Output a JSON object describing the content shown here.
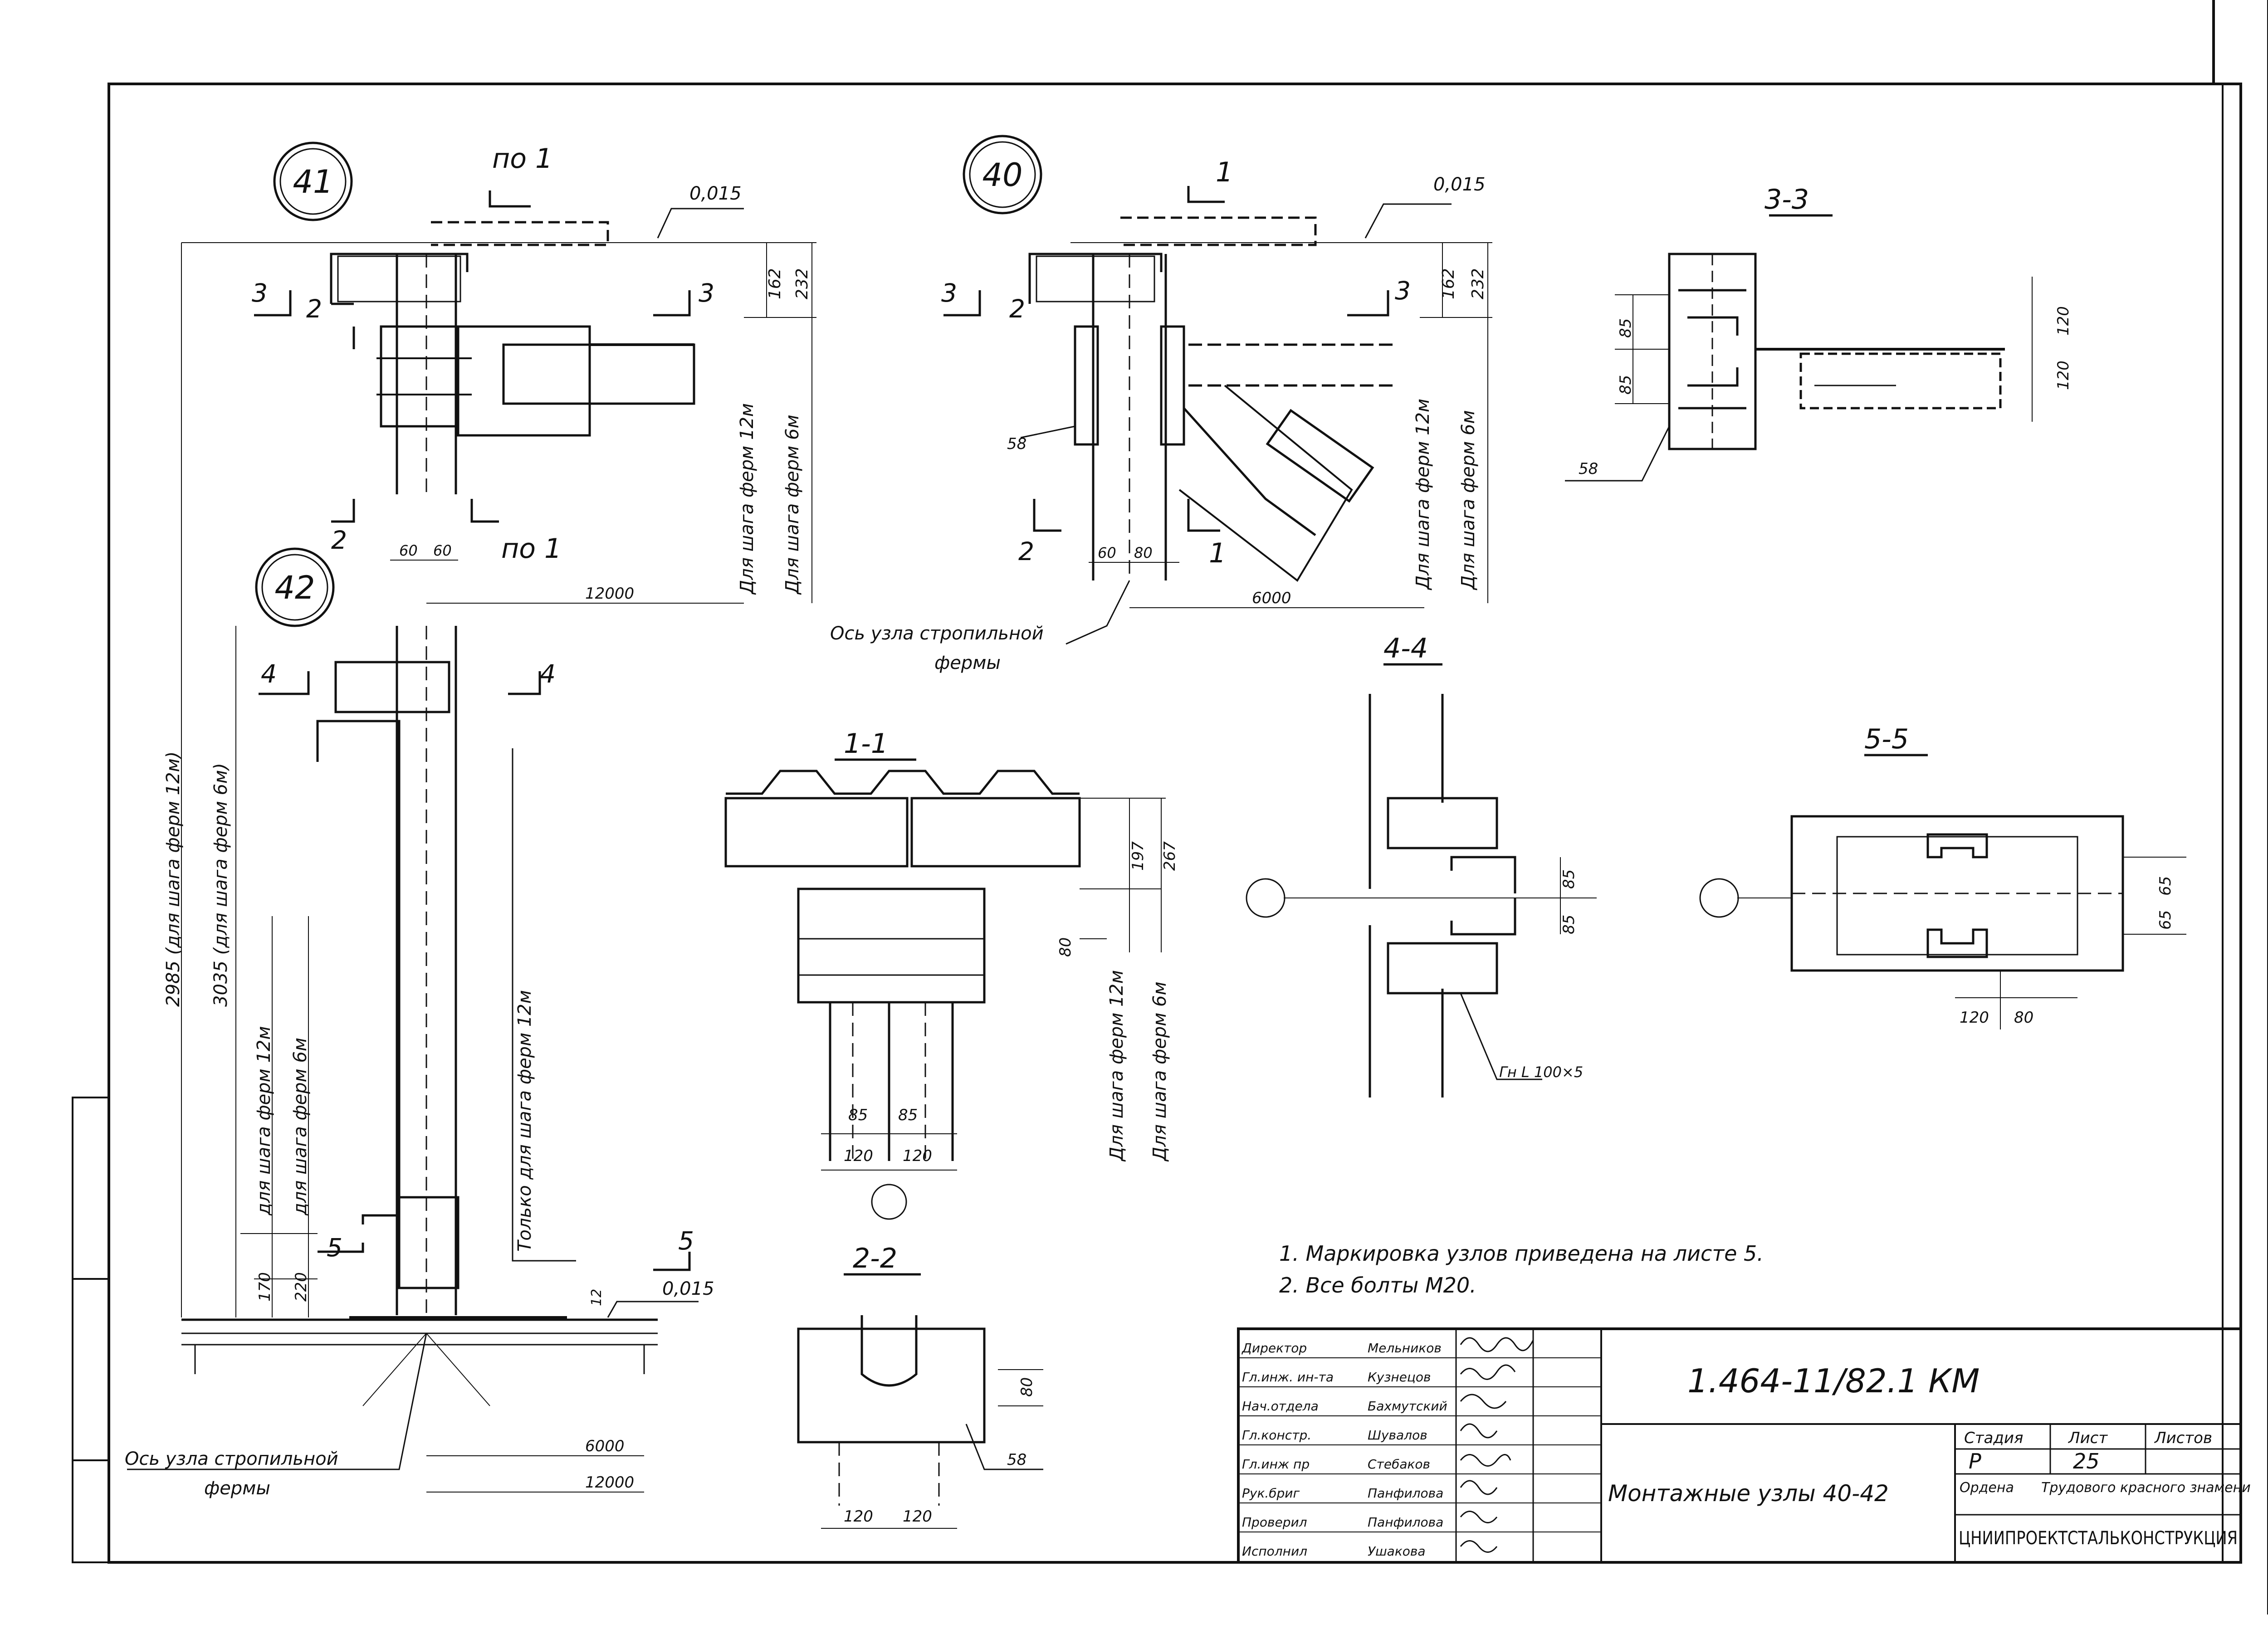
{
  "nodes": {
    "n41": "41",
    "n40": "40",
    "n42": "42"
  },
  "markers": {
    "po1_top": "по 1",
    "po1_bottom": "по 1",
    "sec1_top": "1",
    "sec1_bottom": "1",
    "sec2": "2",
    "sec3": "3",
    "sec4": "4",
    "sec5": "5"
  },
  "levels": {
    "slope": "0,015"
  },
  "dims": {
    "d162": "162",
    "d232": "232",
    "d60": "60",
    "d80": "80",
    "d12000": "12000",
    "d6000": "6000",
    "d120": "120",
    "d85": "85",
    "d65": "65",
    "d197": "197",
    "d267": "267",
    "d170": "170",
    "d220": "220",
    "d12": "12",
    "d58": "58",
    "d2985": "2985 (для шага ферм 12м)",
    "d3035": "3035 (для шага ферм 6м)"
  },
  "labels": {
    "step12": "Для шага ферм 12м",
    "step6": "Для шага ферм 6м",
    "step12_small": "для шага ферм 12м",
    "step6_small": "для шага ферм 6м",
    "only12": "Только для шага ферм 12м",
    "axis_truss_1": "Ось узла стропильной",
    "axis_truss_2": "фермы",
    "angle_profile": "Гн L 100×5"
  },
  "sections": {
    "s11": "1-1",
    "s22": "2-2",
    "s33": "3-3",
    "s44": "4-4",
    "s55": "5-5"
  },
  "notes": [
    "1. Маркировка узлов приведена на листе 5.",
    "2. Все болты М20."
  ],
  "stamp": {
    "doc_code": "1.464-11/82.1 КМ",
    "title": "Монтажные узлы 40-42",
    "stage_label": "Стадия",
    "sheet_label": "Лист",
    "sheets_label": "Листов",
    "stage": "Р",
    "sheet": "25",
    "org_line1": "Ордена",
    "org_line2": "Трудового красного знамени",
    "org_name": "ЦНИИПРОЕКТСТАЛЬКОНСТРУКЦИЯ",
    "roles": [
      {
        "role": "Директор",
        "name": "Мельников"
      },
      {
        "role": "Гл.инж. ин-та",
        "name": "Кузнецов"
      },
      {
        "role": "Нач.отдела",
        "name": "Бахмутский"
      },
      {
        "role": "Гл.констр.",
        "name": "Шувалов"
      },
      {
        "role": "Гл.инж пр",
        "name": "Стебаков"
      },
      {
        "role": "Рук.бриг",
        "name": "Панфилова"
      },
      {
        "role": "Проверил",
        "name": "Панфилова"
      },
      {
        "role": "Исполнил",
        "name": "Ушакова"
      }
    ]
  }
}
